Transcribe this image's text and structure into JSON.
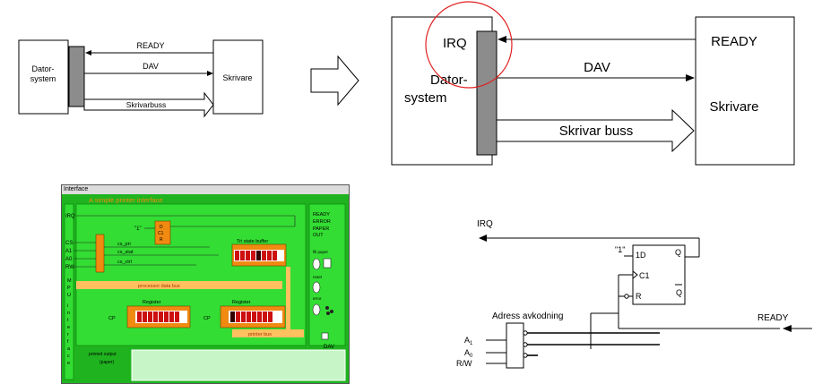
{
  "small_diagram": {
    "computer_label": "Dator-\nsystem",
    "printer_label": "Skrivare",
    "ready": "READY",
    "dav": "DAV",
    "bus": "Skrivarbuss"
  },
  "large_diagram": {
    "computer_label": "Dator-\nsystem",
    "printer_label": "Skrivare",
    "irq": "IRQ",
    "ready": "READY",
    "dav": "DAV",
    "bus": "Skrivar buss"
  },
  "simulator": {
    "window_title": "Interface",
    "heading": "A simple printer interface",
    "left_signals": [
      "IRQ",
      "CS",
      "A1",
      "A0",
      "RW"
    ],
    "vertical_text": "MPU interface",
    "one_label": "\"1\"",
    "ff_labels": [
      "D",
      "C1",
      "R"
    ],
    "cs_labels": [
      "cs_pri",
      "cs_stat",
      "cs_ctrl"
    ],
    "tri_state_label": "Tri state buffer",
    "processor_bus": "processor data bus",
    "register_label": "Register",
    "printer_bus": "printer bus",
    "cp": "CP",
    "right_status": [
      "READY",
      "ERROR",
      "PAPER OUT"
    ],
    "fill_paper": "fill paper",
    "reset": "reset",
    "error": "error",
    "dav": "DAV",
    "printed_output": "printed output\n(paper)"
  },
  "logic": {
    "irq": "IRQ",
    "one": "\"1\"",
    "d1": "1D",
    "c1": "C1",
    "r": "R",
    "q": "Q",
    "qbar": "Q",
    "ready": "READY",
    "decoder": "Adress avkodning",
    "a1_base": "A",
    "a1_sub": "1",
    "a0_base": "A",
    "a0_sub": "0",
    "rw": "R/W"
  },
  "colors": {
    "bar_gray": "#8c8c8c",
    "highlight_circle": "#e02020",
    "sim_green": "#1fb41f",
    "sim_bright": "#33dd33",
    "sim_orange": "#f08a10",
    "sim_bus": "#ffc060",
    "sim_red": "#cc1010"
  }
}
